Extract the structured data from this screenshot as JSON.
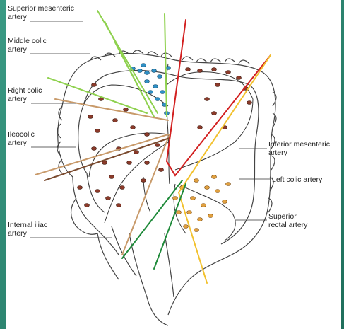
{
  "labels": {
    "superior_mesenteric": [
      "Superior mesenteric",
      "artery"
    ],
    "middle_colic": [
      "Middle colic",
      "artery"
    ],
    "right_colic": [
      "Right colic",
      "artery"
    ],
    "ileocolic": [
      "Ileocolic",
      "artery"
    ],
    "internal_iliac": [
      "Internal iliac",
      "artery"
    ],
    "inferior_mesenteric": [
      "Inferior mesenteric",
      "artery"
    ],
    "left_colic": [
      "Left colic artery"
    ],
    "superior_rectal": [
      "Superior",
      "rectal artery"
    ]
  },
  "colors": {
    "frame": "#2e8a74",
    "red": "#d21f1f",
    "yellow": "#f2c12e",
    "light_green": "#8fd14f",
    "dark_green": "#1f8a3a",
    "tan": "#c89a6a",
    "brown": "#7a4a2e",
    "node_blue": "#2f8fc4",
    "node_brown": "#8b3a2a",
    "node_orange": "#e0a040"
  }
}
